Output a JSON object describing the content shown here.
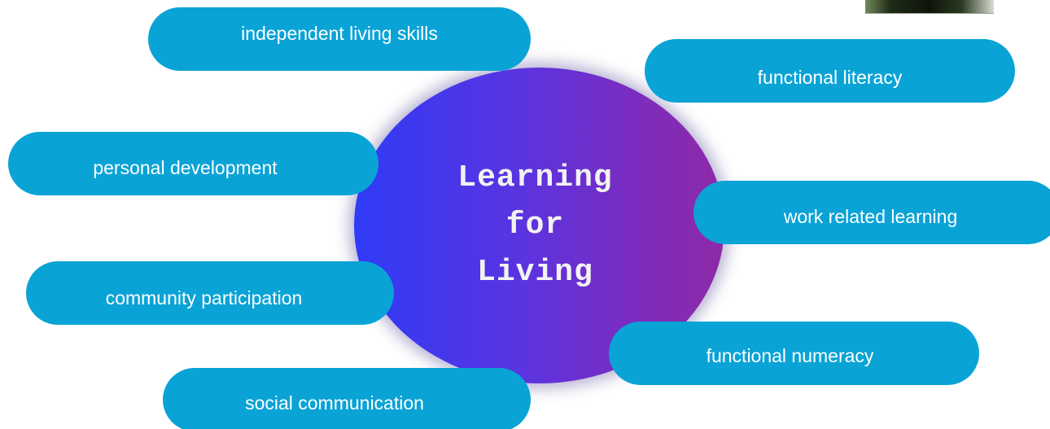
{
  "diagram": {
    "center": {
      "lines": [
        "Learning",
        "for",
        "Living"
      ],
      "gradient_colors": [
        "#2f3bf6",
        "#8e2aa6"
      ]
    },
    "branch_color": "#0aa3d6",
    "branches": [
      "independent living skills",
      "functional literacy",
      "personal development",
      "work related learning",
      "community participation",
      "functional numeracy",
      "social communication"
    ]
  }
}
